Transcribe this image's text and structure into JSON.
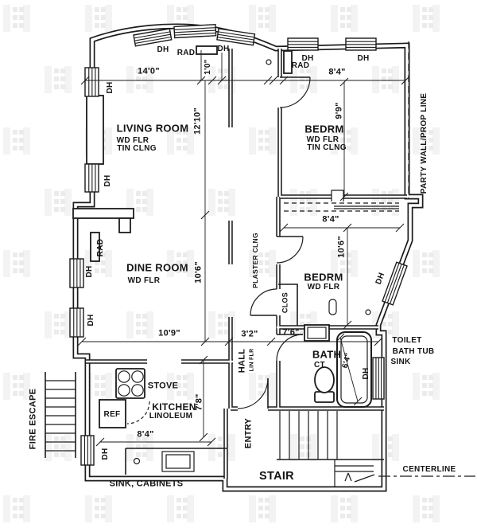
{
  "rooms": {
    "living": {
      "name": "LIVING ROOM",
      "floor": "WD FLR",
      "ceiling": "TIN CLNG"
    },
    "bedroom1": {
      "name": "BEDRM",
      "floor": "WD FLR",
      "ceiling": "TIN CLNG"
    },
    "dining": {
      "name": "DINE ROOM",
      "floor": "WD FLR"
    },
    "bedroom2": {
      "name": "BEDRM",
      "floor": "WD FLR"
    },
    "bath": {
      "name": "BATH",
      "floor": "CT"
    },
    "hall": {
      "name": "HALL",
      "floor": "LIN FLR"
    },
    "kitchen": {
      "name": "KITCHEN",
      "floor": "LINOLEUM"
    },
    "entry": {
      "name": "ENTRY"
    },
    "stair": {
      "name": "STAIR"
    },
    "closet": {
      "name": "CLOS"
    }
  },
  "fixtures": {
    "stove": "STOVE",
    "refrigerator": "REF",
    "sink_cabinets": "SINK, CABINETS",
    "bath_note_1": "TOILET",
    "bath_note_2": "BATH TUB",
    "bath_note_3": "SINK"
  },
  "annotations": {
    "dh": "DH",
    "rad": "RAD",
    "fire_escape": "FIRE ESCAPE",
    "party_wall": "PARTY WALL/PROP LINE",
    "plaster_ceiling": "PLASTER CLNG",
    "centerline": "CENTERLINE"
  },
  "dimensions": {
    "living_width": "14'0\"",
    "bay_depth": "1'0\"",
    "living_depth": "12'10\"",
    "bedroom1_width": "8'4\"",
    "bedroom1_depth": "9'9\"",
    "bedroom2_width": "8'4\"",
    "bedroom2_depth": "10'6\"",
    "dining_depth": "10'6\"",
    "dining_width": "10'9\"",
    "hall_width": "3'2\"",
    "bath_width": "7'6\"",
    "tub_length": "6'4\"",
    "kitchen_depth": "7'8\"",
    "kitchen_width": "8'4\""
  },
  "colors": {
    "ink": "#1b1b1b",
    "paper": "#ffffff",
    "watermark": "#f0f0f0"
  }
}
